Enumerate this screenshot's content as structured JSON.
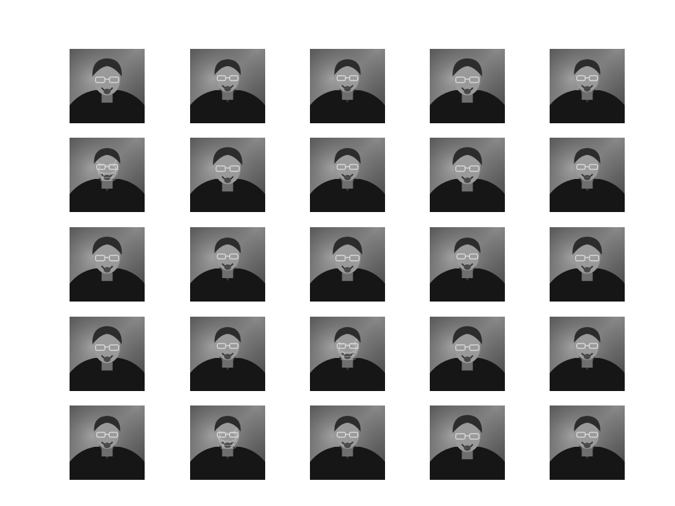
{
  "figure": {
    "grid": {
      "rows": 5,
      "cols": 5
    },
    "background": "#ffffff",
    "thumbnails": [
      {
        "row": 1,
        "col": 1,
        "variant": "wide-crop"
      },
      {
        "row": 1,
        "col": 2,
        "variant": "tight-crop"
      },
      {
        "row": 1,
        "col": 3,
        "variant": "tight-crop"
      },
      {
        "row": 1,
        "col": 4,
        "variant": "wide-crop"
      },
      {
        "row": 1,
        "col": 5,
        "variant": "tight-crop"
      },
      {
        "row": 2,
        "col": 1,
        "variant": "distorted-face"
      },
      {
        "row": 2,
        "col": 2,
        "variant": "wide-crop"
      },
      {
        "row": 2,
        "col": 3,
        "variant": "tight-crop"
      },
      {
        "row": 2,
        "col": 4,
        "variant": "wide-crop"
      },
      {
        "row": 2,
        "col": 5,
        "variant": "tight-crop"
      },
      {
        "row": 3,
        "col": 1,
        "variant": "wide-crop"
      },
      {
        "row": 3,
        "col": 2,
        "variant": "tight-crop"
      },
      {
        "row": 3,
        "col": 3,
        "variant": "wide-crop"
      },
      {
        "row": 3,
        "col": 4,
        "variant": "tight-crop"
      },
      {
        "row": 3,
        "col": 5,
        "variant": "wide-crop"
      },
      {
        "row": 4,
        "col": 1,
        "variant": "wide-crop"
      },
      {
        "row": 4,
        "col": 2,
        "variant": "tight-crop"
      },
      {
        "row": 4,
        "col": 3,
        "variant": "distorted-face"
      },
      {
        "row": 4,
        "col": 4,
        "variant": "wide-crop"
      },
      {
        "row": 4,
        "col": 5,
        "variant": "tight-crop"
      },
      {
        "row": 5,
        "col": 1,
        "variant": "tight-crop"
      },
      {
        "row": 5,
        "col": 2,
        "variant": "distorted-face"
      },
      {
        "row": 5,
        "col": 3,
        "variant": "tight-crop"
      },
      {
        "row": 5,
        "col": 4,
        "variant": "wide-crop"
      },
      {
        "row": 5,
        "col": 5,
        "variant": "tight-crop"
      }
    ]
  }
}
